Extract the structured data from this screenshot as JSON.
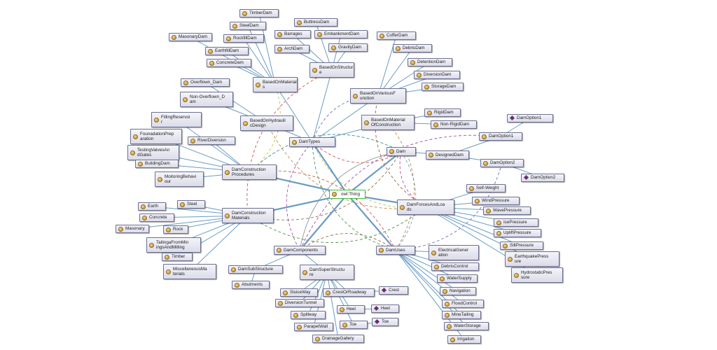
{
  "colors": {
    "subclass_edge": "#6a9cc4",
    "root_border": "#3cba3c",
    "property_edges": [
      "#c94040",
      "#3a8a3a",
      "#8a5a2a",
      "#c07a30",
      "#50a0c0",
      "#a03aa0",
      "#6060c0",
      "#c0c040"
    ]
  },
  "icons": {
    "class": "class-dot-icon",
    "individual": "individual-diamond-icon"
  },
  "nodes": [
    {
      "id": "owl_thing",
      "label": "owl:Thing",
      "kind": "root"
    },
    {
      "id": "dam",
      "label": "Dam",
      "kind": "class"
    },
    {
      "id": "damtypes",
      "label": "DamTypes",
      "kind": "class"
    },
    {
      "id": "damcp",
      "label": "DamConstruction\nProcedures",
      "kind": "class"
    },
    {
      "id": "damcm",
      "label": "DamConstruction\nMaterials",
      "kind": "class"
    },
    {
      "id": "damcomp",
      "label": "DamComponents",
      "kind": "class"
    },
    {
      "id": "damuses",
      "label": "DamUses",
      "kind": "class"
    },
    {
      "id": "damforces",
      "label": "DamForcesAndLoa\nds",
      "kind": "class"
    },
    {
      "id": "designeddam",
      "label": "DesignedDam",
      "kind": "class"
    },
    {
      "id": "basedonstructure",
      "label": "BasedOnStructur\ne",
      "kind": "class"
    },
    {
      "id": "basedonmaterials",
      "label": "BasedOnMaterial\ns",
      "kind": "class"
    },
    {
      "id": "basedonvarious",
      "label": "BasedOnVariousF\nunction",
      "kind": "class"
    },
    {
      "id": "basedonmatconst",
      "label": "BasedOnMaterial\nOfConstruction",
      "kind": "class"
    },
    {
      "id": "basedonhydraulic",
      "label": "BasedOnHydraulil\ncDesign",
      "kind": "class"
    },
    {
      "id": "timberdam",
      "label": "TimberDam",
      "kind": "class"
    },
    {
      "id": "steeldam",
      "label": "SteelDam",
      "kind": "class"
    },
    {
      "id": "buttressdam",
      "label": "ButtressDam",
      "kind": "class"
    },
    {
      "id": "masonarydam",
      "label": "MasonaryDam",
      "kind": "class"
    },
    {
      "id": "rockfilldam",
      "label": "RockfillDam",
      "kind": "class"
    },
    {
      "id": "barrages",
      "label": "Barrages",
      "kind": "class"
    },
    {
      "id": "embankmentdam",
      "label": "EmbankmentDam",
      "kind": "class"
    },
    {
      "id": "cofferdam",
      "label": "CofferDam",
      "kind": "class"
    },
    {
      "id": "earthfilldam",
      "label": "EarthfillDam",
      "kind": "class"
    },
    {
      "id": "archdam",
      "label": "ArchDam",
      "kind": "class"
    },
    {
      "id": "gravitydam",
      "label": "GravityDam",
      "kind": "class"
    },
    {
      "id": "debrisdam",
      "label": "DebrisDam",
      "kind": "class"
    },
    {
      "id": "concretedam",
      "label": "ConcreteDam",
      "kind": "class"
    },
    {
      "id": "detentiondam",
      "label": "DetentionDam",
      "kind": "class"
    },
    {
      "id": "diversiondam",
      "label": "DiversionDam",
      "kind": "class"
    },
    {
      "id": "overflowndam",
      "label": "Overflown_Dam",
      "kind": "class"
    },
    {
      "id": "storagedam",
      "label": "StorageDam",
      "kind": "class"
    },
    {
      "id": "nonoverflowdam",
      "label": "Non-Overflown_D\nam",
      "kind": "class"
    },
    {
      "id": "rigiddam",
      "label": "RigidDam",
      "kind": "class"
    },
    {
      "id": "nonrigiddam",
      "label": "Non-RigidDam",
      "kind": "class"
    },
    {
      "id": "fillingreservoir",
      "label": "FillingReservoi\nr",
      "kind": "class"
    },
    {
      "id": "damoption1_ind",
      "label": "DamOption1",
      "kind": "individual"
    },
    {
      "id": "foundationprep",
      "label": "FounadationPrep\naration",
      "kind": "class"
    },
    {
      "id": "riverdiversion",
      "label": "RiverDiversion",
      "kind": "class"
    },
    {
      "id": "damoption1",
      "label": "DamOption1",
      "kind": "class"
    },
    {
      "id": "testingvalves",
      "label": "TestingValvesAn\ndGates",
      "kind": "class"
    },
    {
      "id": "buildingdam",
      "label": "BuildingDam",
      "kind": "class"
    },
    {
      "id": "damoption2",
      "label": "DamOption2",
      "kind": "class"
    },
    {
      "id": "monitoring",
      "label": "MoitoringBehavi\nour",
      "kind": "class"
    },
    {
      "id": "damoption2_ind",
      "label": "DamOption2",
      "kind": "individual"
    },
    {
      "id": "selfweight",
      "label": "Self-Weight",
      "kind": "class"
    },
    {
      "id": "windpressure",
      "label": "WindPressure",
      "kind": "class"
    },
    {
      "id": "earth",
      "label": "Earth",
      "kind": "class"
    },
    {
      "id": "steel",
      "label": "Steel",
      "kind": "class"
    },
    {
      "id": "wavepressure",
      "label": "WavePressure",
      "kind": "class"
    },
    {
      "id": "concrete",
      "label": "Concrete",
      "kind": "class"
    },
    {
      "id": "icepressure",
      "label": "IcePressure",
      "kind": "class"
    },
    {
      "id": "masonary",
      "label": "Masonary",
      "kind": "class"
    },
    {
      "id": "rock",
      "label": "Rock",
      "kind": "class"
    },
    {
      "id": "upliftpressure",
      "label": "UpliftPressure",
      "kind": "class"
    },
    {
      "id": "tailing",
      "label": "TailingaFromMin\ningsAndMilling",
      "kind": "class"
    },
    {
      "id": "siltpressure",
      "label": "SiltPressure",
      "kind": "class"
    },
    {
      "id": "electrical",
      "label": "ElectricalGener\nation",
      "kind": "class"
    },
    {
      "id": "timber",
      "label": "Timber",
      "kind": "class"
    },
    {
      "id": "earthquake",
      "label": "EarthquakePress\nure",
      "kind": "class"
    },
    {
      "id": "debriscontrol",
      "label": "DebrisControl",
      "kind": "class"
    },
    {
      "id": "miscmaterials",
      "label": "MiscellaneousMa\nterials",
      "kind": "class"
    },
    {
      "id": "damsubstructure",
      "label": "DamSubStructure",
      "kind": "class"
    },
    {
      "id": "damsuperstructure",
      "label": "DamSuperStructu\nre",
      "kind": "class"
    },
    {
      "id": "hydrostatic",
      "label": "HydrostaticPres\nsure",
      "kind": "class"
    },
    {
      "id": "watersupply",
      "label": "WaterSupply",
      "kind": "class"
    },
    {
      "id": "abutments",
      "label": "Abutments",
      "kind": "class"
    },
    {
      "id": "navigation",
      "label": "Navigation",
      "kind": "class"
    },
    {
      "id": "sluiceway",
      "label": "SluiceWay",
      "kind": "class"
    },
    {
      "id": "crestorroadway",
      "label": "CrestOrRoadway",
      "kind": "class"
    },
    {
      "id": "crest_ind",
      "label": "Crest",
      "kind": "individual"
    },
    {
      "id": "diversiontunnel",
      "label": "DiversionTunnel",
      "kind": "class"
    },
    {
      "id": "floodcontrol",
      "label": "FloodControl",
      "kind": "class"
    },
    {
      "id": "heel",
      "label": "Heel",
      "kind": "class"
    },
    {
      "id": "heel_ind",
      "label": "Heel",
      "kind": "individual"
    },
    {
      "id": "spillway",
      "label": "Spillway",
      "kind": "class"
    },
    {
      "id": "minetailing",
      "label": "MineTailing",
      "kind": "class"
    },
    {
      "id": "parapetwall",
      "label": "ParapetWall",
      "kind": "class"
    },
    {
      "id": "toe",
      "label": "Toe",
      "kind": "class"
    },
    {
      "id": "toe_ind",
      "label": "Toe",
      "kind": "individual"
    },
    {
      "id": "waterstorage",
      "label": "WaterStorage",
      "kind": "class"
    },
    {
      "id": "drainagegallery",
      "label": "DrainageGallery",
      "kind": "class"
    },
    {
      "id": "irrigation",
      "label": "Irrigation",
      "kind": "class"
    }
  ],
  "edges": [
    [
      "owl_thing",
      "dam"
    ],
    [
      "owl_thing",
      "damtypes"
    ],
    [
      "owl_thing",
      "damcp"
    ],
    [
      "owl_thing",
      "damcm"
    ],
    [
      "owl_thing",
      "damcomp"
    ],
    [
      "owl_thing",
      "damuses"
    ],
    [
      "owl_thing",
      "damforces"
    ],
    [
      "dam",
      "designeddam"
    ],
    [
      "designeddam",
      "damoption1"
    ],
    [
      "designeddam",
      "damoption2"
    ],
    [
      "damoption1",
      "damoption1_ind"
    ],
    [
      "damoption2",
      "damoption2_ind"
    ],
    [
      "damtypes",
      "basedonstructure"
    ],
    [
      "damtypes",
      "basedonmaterials"
    ],
    [
      "damtypes",
      "basedonvarious"
    ],
    [
      "damtypes",
      "basedonmatconst"
    ],
    [
      "damtypes",
      "basedonhydraulic"
    ],
    [
      "basedonstructure",
      "buttressdam"
    ],
    [
      "basedonstructure",
      "barrages"
    ],
    [
      "basedonstructure",
      "embankmentdam"
    ],
    [
      "basedonstructure",
      "archdam"
    ],
    [
      "basedonstructure",
      "gravitydam"
    ],
    [
      "basedonmaterials",
      "timberdam"
    ],
    [
      "basedonmaterials",
      "steeldam"
    ],
    [
      "basedonmaterials",
      "masonarydam"
    ],
    [
      "basedonmaterials",
      "rockfilldam"
    ],
    [
      "basedonmaterials",
      "earthfilldam"
    ],
    [
      "basedonmaterials",
      "concretedam"
    ],
    [
      "basedonvarious",
      "cofferdam"
    ],
    [
      "basedonvarious",
      "debrisdam"
    ],
    [
      "basedonvarious",
      "detentiondam"
    ],
    [
      "basedonvarious",
      "diversiondam"
    ],
    [
      "basedonvarious",
      "storagedam"
    ],
    [
      "basedonmatconst",
      "rigiddam"
    ],
    [
      "basedonmatconst",
      "nonrigiddam"
    ],
    [
      "basedonhydraulic",
      "overflowndam"
    ],
    [
      "basedonhydraulic",
      "nonoverflowdam"
    ],
    [
      "damcp",
      "fillingreservoir"
    ],
    [
      "damcp",
      "foundationprep"
    ],
    [
      "damcp",
      "riverdiversion"
    ],
    [
      "damcp",
      "testingvalves"
    ],
    [
      "damcp",
      "buildingdam"
    ],
    [
      "damcp",
      "monitoring"
    ],
    [
      "damcm",
      "earth"
    ],
    [
      "damcm",
      "steel"
    ],
    [
      "damcm",
      "concrete"
    ],
    [
      "damcm",
      "masonary"
    ],
    [
      "damcm",
      "rock"
    ],
    [
      "damcm",
      "tailing"
    ],
    [
      "damcm",
      "timber"
    ],
    [
      "damcm",
      "miscmaterials"
    ],
    [
      "damforces",
      "selfweight"
    ],
    [
      "damforces",
      "windpressure"
    ],
    [
      "damforces",
      "wavepressure"
    ],
    [
      "damforces",
      "icepressure"
    ],
    [
      "damforces",
      "upliftpressure"
    ],
    [
      "damforces",
      "siltpressure"
    ],
    [
      "damforces",
      "earthquake"
    ],
    [
      "damforces",
      "hydrostatic"
    ],
    [
      "damuses",
      "electrical"
    ],
    [
      "damuses",
      "debriscontrol"
    ],
    [
      "damuses",
      "watersupply"
    ],
    [
      "damuses",
      "navigation"
    ],
    [
      "damuses",
      "floodcontrol"
    ],
    [
      "damuses",
      "minetailing"
    ],
    [
      "damuses",
      "waterstorage"
    ],
    [
      "damuses",
      "irrigation"
    ],
    [
      "damcomp",
      "damsubstructure"
    ],
    [
      "damcomp",
      "damsuperstructure"
    ],
    [
      "damsubstructure",
      "abutments"
    ],
    [
      "damsuperstructure",
      "sluiceway"
    ],
    [
      "damsuperstructure",
      "crestorroadway"
    ],
    [
      "damsuperstructure",
      "diversiontunnel"
    ],
    [
      "damsuperstructure",
      "heel"
    ],
    [
      "damsuperstructure",
      "spillway"
    ],
    [
      "damsuperstructure",
      "parapetwall"
    ],
    [
      "damsuperstructure",
      "toe"
    ],
    [
      "damsuperstructure",
      "drainagegallery"
    ],
    [
      "crestorroadway",
      "crest_ind"
    ],
    [
      "heel",
      "heel_ind"
    ],
    [
      "toe",
      "toe_ind"
    ]
  ],
  "property_links": [
    [
      "dam",
      "damtypes"
    ],
    [
      "dam",
      "damcp"
    ],
    [
      "dam",
      "damcm"
    ],
    [
      "dam",
      "damcomp"
    ],
    [
      "dam",
      "damuses"
    ],
    [
      "dam",
      "damforces"
    ],
    [
      "damtypes",
      "basedonvarious"
    ],
    [
      "damtypes",
      "damforces"
    ],
    [
      "damcp",
      "damuses"
    ],
    [
      "damcm",
      "damforces"
    ],
    [
      "damcomp",
      "damuses"
    ],
    [
      "basedonhydraulic",
      "damforces"
    ],
    [
      "damcp",
      "dam"
    ],
    [
      "damoption1",
      "damcomp"
    ],
    [
      "damoption2",
      "damuses"
    ],
    [
      "damcp",
      "basedonmaterials"
    ],
    [
      "damcm",
      "basedonstructure"
    ],
    [
      "damtypes",
      "damuses"
    ],
    [
      "damforces",
      "basedonvarious"
    ],
    [
      "damuses",
      "basedonmatconst"
    ],
    [
      "damcomp",
      "dam"
    ],
    [
      "damtypes",
      "damcomp"
    ]
  ]
}
